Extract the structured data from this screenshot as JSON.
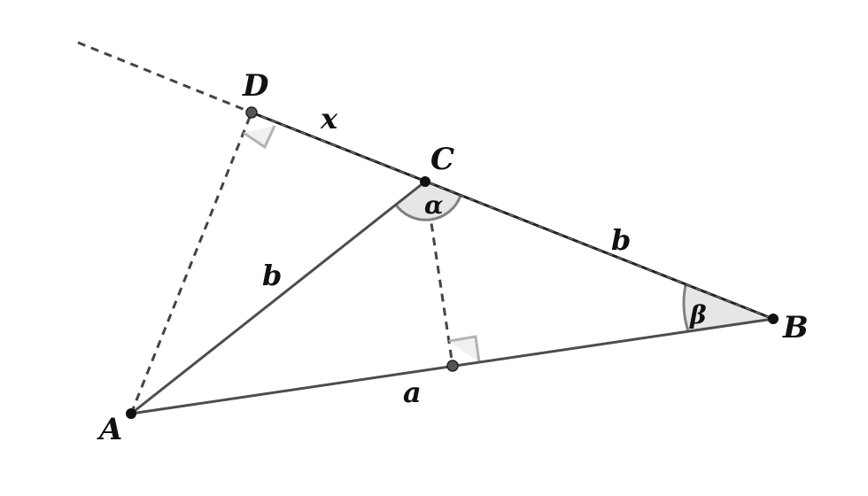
{
  "points": {
    "A": "A",
    "B": "B",
    "C": "C",
    "D": "D"
  },
  "segments": {
    "AC": "b",
    "CB": "b",
    "DC": "x",
    "AB": "a"
  },
  "angles": {
    "at_C": "α",
    "at_B": "β"
  },
  "colors": {
    "line": "#4d4d4d",
    "dashed": "#444444",
    "point": "#111111",
    "angle_fill": "#e6e6e6",
    "angle_stroke": "#808080",
    "right_angle_stroke": "#b3b3b3"
  }
}
